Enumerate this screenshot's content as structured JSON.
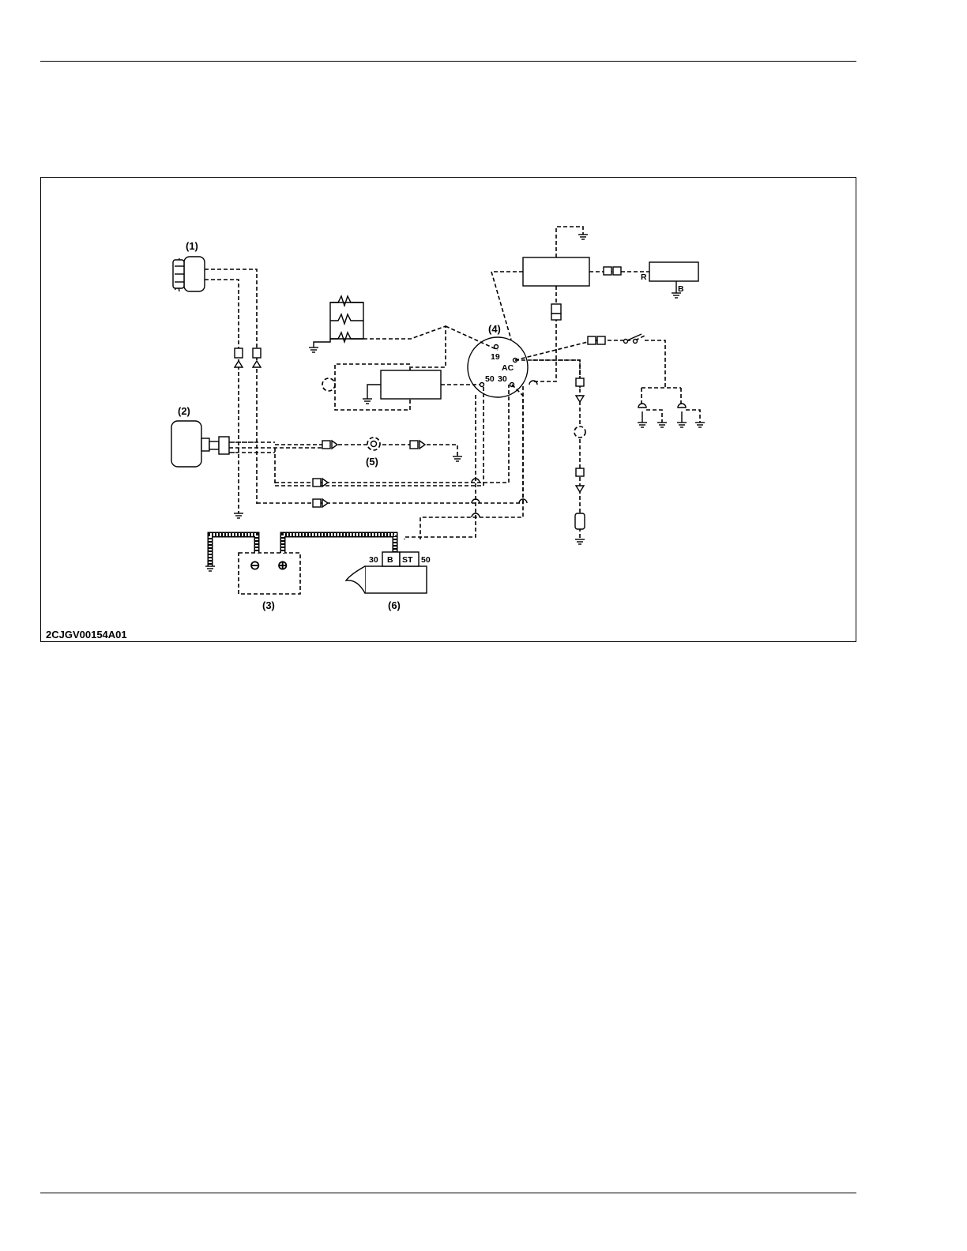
{
  "figure": {
    "code": "2CJGV00154A01",
    "callouts": [
      "(1)",
      "(2)",
      "(3)",
      "(4)",
      "(5)",
      "(6)"
    ],
    "switch_terminals": {
      "t19": "19",
      "tac": "AC",
      "t50": "50",
      "t30": "30"
    },
    "starter_terminals": {
      "t30": "30",
      "tb": "B",
      "tst": "ST",
      "t50": "50"
    },
    "right_box_terminals": {
      "r": "R",
      "b": "B"
    },
    "battery_symbols": {
      "negative": "⊖",
      "positive": "⊕"
    }
  }
}
